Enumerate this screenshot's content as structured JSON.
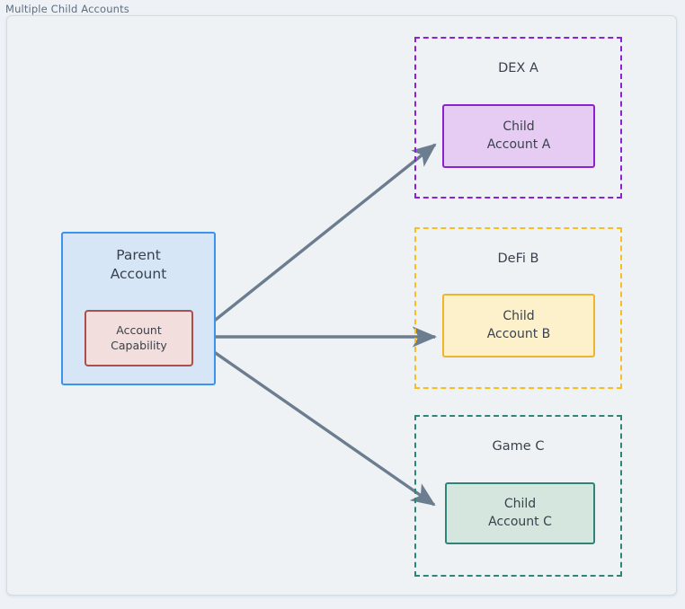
{
  "diagram": {
    "title": "Multiple Child Accounts",
    "accent_colors": {
      "parent_border": "#3b93ed",
      "parent_fill": "#d7e6f7",
      "capability_border": "#ab4f4c",
      "capability_fill": "#f2dedc",
      "dex_a": "#8a21d4",
      "defi_b": "#f0b429",
      "game_c": "#2e8577",
      "edge": "#6b7d8f",
      "canvas_bg": "#eff2f5",
      "text": "#39424c"
    },
    "parent": {
      "label": "Parent\nAccount",
      "label_line1": "Parent",
      "label_line2": "Account",
      "capability": {
        "label_line1": "Account",
        "label_line2": "Capability"
      }
    },
    "groups": [
      {
        "id": "dex-a",
        "label": "DEX A",
        "border_color": "#8a21d4",
        "child": {
          "label_line1": "Child",
          "label_line2": "Account A",
          "fill": "#e6ccf2",
          "border": "#8a21d4"
        }
      },
      {
        "id": "defi-b",
        "label": "DeFi B",
        "border_color": "#f0b429",
        "child": {
          "label_line1": "Child",
          "label_line2": "Account B",
          "fill": "#fdf1cb",
          "border": "#f0b429"
        }
      },
      {
        "id": "game-c",
        "label": "Game C",
        "border_color": "#2e8577",
        "child": {
          "label_line1": "Child",
          "label_line2": "Account C",
          "fill": "#d4e6de",
          "border": "#2e8577"
        }
      }
    ],
    "edges": [
      {
        "from": "account-capability",
        "to": "child-account-a",
        "style": "solid-arrow"
      },
      {
        "from": "account-capability",
        "to": "child-account-b",
        "style": "solid-arrow"
      },
      {
        "from": "account-capability",
        "to": "child-account-c",
        "style": "solid-arrow"
      }
    ]
  }
}
